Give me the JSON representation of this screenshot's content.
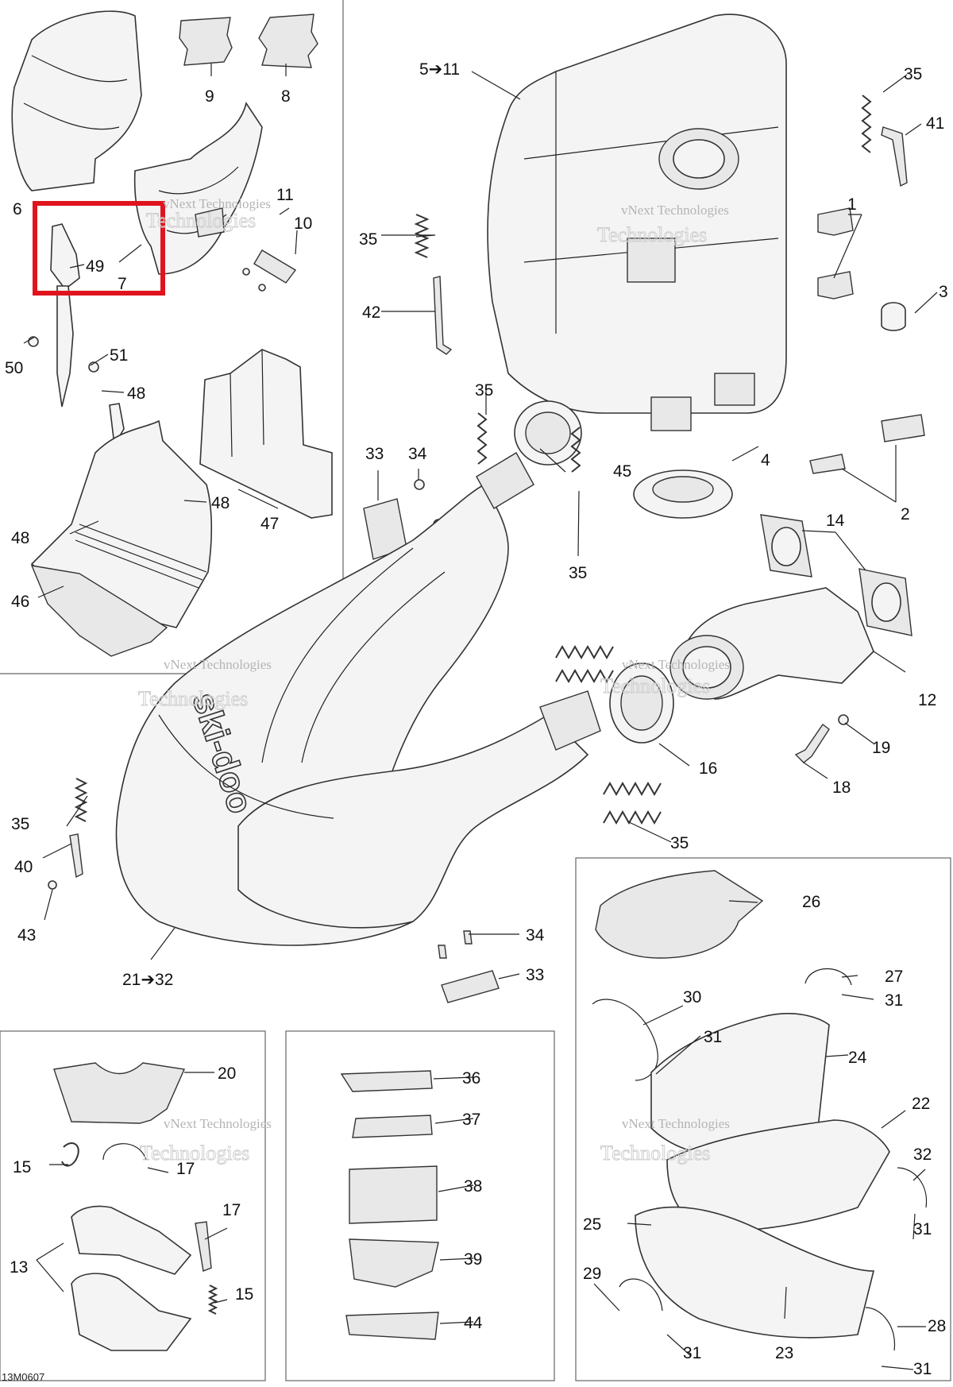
{
  "figure_id": "13M0607",
  "brand_text": "ski-doo",
  "watermark": {
    "line1": "vNext Technologies",
    "line2": "vNext",
    "line3": "Technologies"
  },
  "callouts": {
    "c1": "1",
    "c2": "2",
    "c3": "3",
    "c4": "4",
    "c5_11": "5➔11",
    "c6": "6",
    "c7": "7",
    "c8": "8",
    "c9": "9",
    "c10": "10",
    "c11": "11",
    "c12": "12",
    "c13": "13",
    "c14": "14",
    "c15a": "15",
    "c15b": "15",
    "c16": "16",
    "c17a": "17",
    "c17b": "17",
    "c18": "18",
    "c19": "19",
    "c20": "20",
    "c21_32": "21➔32",
    "c22": "22",
    "c23": "23",
    "c24": "24",
    "c25": "25",
    "c26": "26",
    "c27": "27",
    "c28": "28",
    "c29": "29",
    "c30": "30",
    "c31a": "31",
    "c31b": "31",
    "c31c": "31",
    "c31d": "31",
    "c31e": "31",
    "c32": "32",
    "c33a": "33",
    "c33b": "33",
    "c34a": "34",
    "c34b": "34",
    "c35a": "35",
    "c35b": "35",
    "c35c": "35",
    "c35d": "35",
    "c35e": "35",
    "c35f": "35",
    "c36": "36",
    "c37": "37",
    "c38": "38",
    "c39": "39",
    "c40": "40",
    "c41": "41",
    "c42": "42",
    "c43": "43",
    "c44": "44",
    "c45": "45",
    "c46": "46",
    "c47": "47",
    "c48a": "48",
    "c48b": "48",
    "c48c": "48",
    "c49": "49",
    "c50": "50",
    "c51": "51"
  },
  "highlight": {
    "color": "#e0141e",
    "target": "49"
  }
}
